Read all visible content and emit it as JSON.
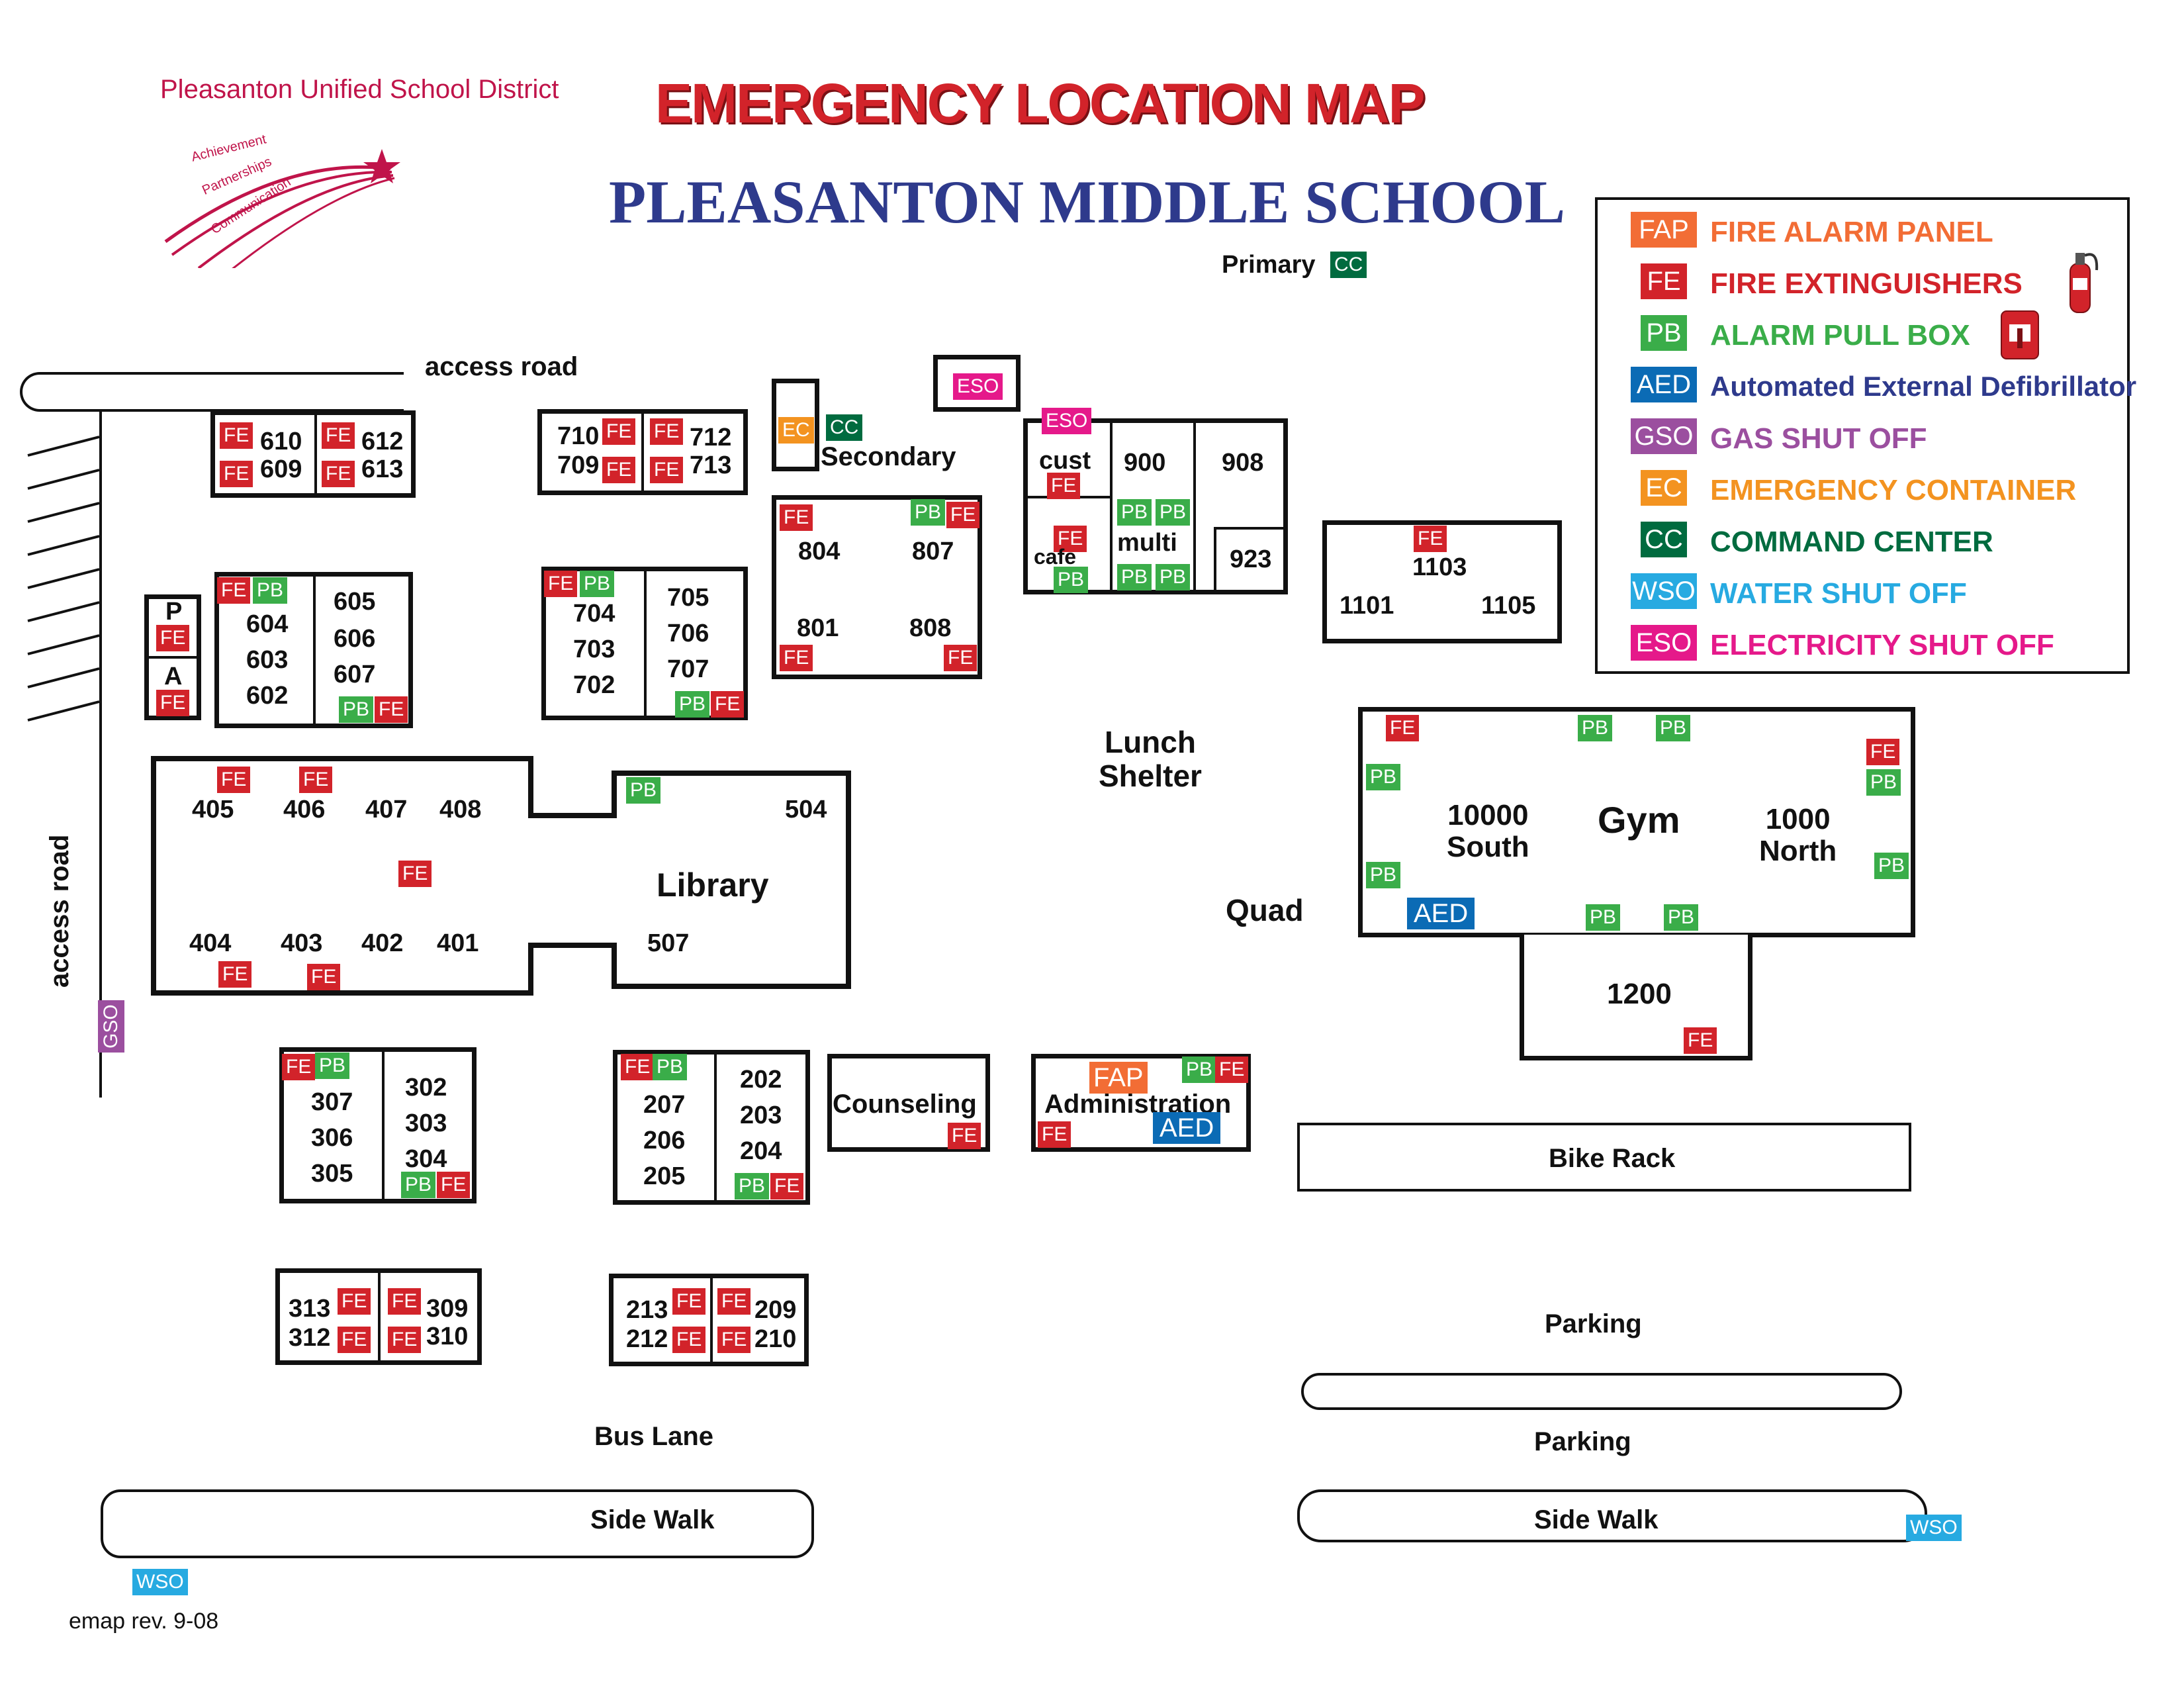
{
  "header": {
    "district": "Pleasanton Unified School District",
    "motto": [
      "Achievement",
      "Partnerships",
      "Communication"
    ],
    "map_title": "EMERGENCY LOCATION MAP",
    "school": "PLEASANTON MIDDLE SCHOOL"
  },
  "legend": [
    {
      "code": "FAP",
      "text": "FIRE ALARM PANEL",
      "color": "#f26d35"
    },
    {
      "code": "FE",
      "text": "FIRE EXTINGUISHERS",
      "color": "#d2232a"
    },
    {
      "code": "PB",
      "text": "ALARM PULL BOX",
      "color": "#3aad49"
    },
    {
      "code": "AED",
      "text": "Automated External Defibrillator",
      "color": "#0b6bb5"
    },
    {
      "code": "GSO",
      "text": "GAS SHUT OFF",
      "color": "#9b4f9f"
    },
    {
      "code": "EC",
      "text": "EMERGENCY CONTAINER",
      "color": "#f39320"
    },
    {
      "code": "CC",
      "text": "COMMAND CENTER",
      "color": "#006b3f"
    },
    {
      "code": "WSO",
      "text": "WATER SHUT OFF",
      "color": "#27aae1"
    },
    {
      "code": "ESO",
      "text": "ELECTRICITY SHUT OFF",
      "color": "#e5198a"
    }
  ],
  "labels": {
    "primary": "Primary",
    "secondary": "Secondary",
    "access_road_top": "access road",
    "access_road_side": "access road",
    "lunch_shelter": "Lunch\nShelter",
    "quad": "Quad",
    "library": "Library",
    "counseling": "Counseling",
    "administration": "Administration",
    "gym": "Gym",
    "gym_south": "10000\nSouth",
    "gym_north": "1000\nNorth",
    "bike_rack": "Bike Rack",
    "parking1": "Parking",
    "parking2": "Parking",
    "bus_lane": "Bus Lane",
    "sidewalk_left": "Side Walk",
    "sidewalk_right": "Side Walk",
    "cust": "cust",
    "cafe": "cafe",
    "multi": "multi",
    "p": "P",
    "a": "A",
    "revision": "emap rev. 9-08"
  },
  "rooms": {
    "r610": "610",
    "r609": "609",
    "r612": "612",
    "r613": "613",
    "r710": "710",
    "r709": "709",
    "r712": "712",
    "r713": "713",
    "r804": "804",
    "r807": "807",
    "r801": "801",
    "r808": "808",
    "r900": "900",
    "r908": "908",
    "r923": "923",
    "r1103": "1103",
    "r1101": "1101",
    "r1105": "1105",
    "r604": "604",
    "r603": "603",
    "r602": "602",
    "r605": "605",
    "r606": "606",
    "r607": "607",
    "r704": "704",
    "r703": "703",
    "r702": "702",
    "r705": "705",
    "r706": "706",
    "r707": "707",
    "r405": "405",
    "r406": "406",
    "r407": "407",
    "r408": "408",
    "r504": "504",
    "r404": "404",
    "r403": "403",
    "r402": "402",
    "r401": "401",
    "r507": "507",
    "r307": "307",
    "r306": "306",
    "r305": "305",
    "r302": "302",
    "r303": "303",
    "r304": "304",
    "r207": "207",
    "r206": "206",
    "r205": "205",
    "r202": "202",
    "r203": "203",
    "r204": "204",
    "r313": "313",
    "r312": "312",
    "r309": "309",
    "r310": "310",
    "r213": "213",
    "r212": "212",
    "r209": "209",
    "r210": "210",
    "r1200": "1200"
  },
  "tags": {
    "FE": "FE",
    "PB": "PB",
    "ESO": "ESO",
    "EC": "EC",
    "CC": "CC",
    "GSO": "GSO",
    "WSO": "WSO",
    "AED": "AED",
    "FAP": "FAP"
  }
}
